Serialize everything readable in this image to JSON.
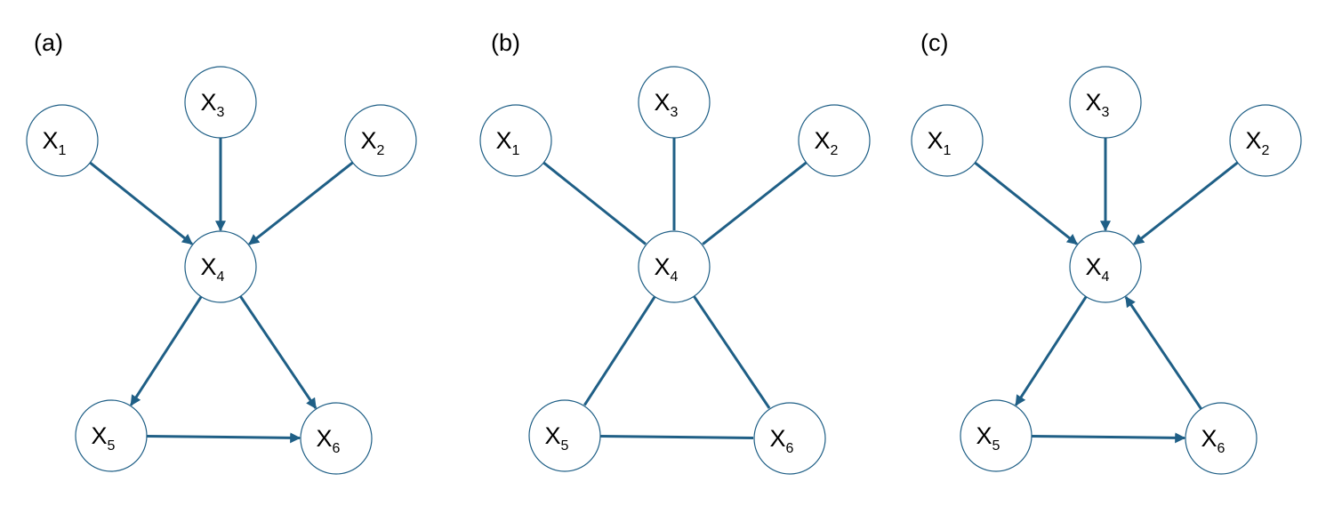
{
  "colors": {
    "edge": "#1f5f86",
    "node_border": "#1f5f86",
    "node_fill": "#ffffff",
    "text": "#000000"
  },
  "panels": [
    {
      "label": "(a)",
      "nodes": [
        {
          "id": "x1",
          "letter": "X",
          "sub": "1"
        },
        {
          "id": "x2",
          "letter": "X",
          "sub": "2"
        },
        {
          "id": "x3",
          "letter": "X",
          "sub": "3"
        },
        {
          "id": "x4",
          "letter": "X",
          "sub": "4"
        },
        {
          "id": "x5",
          "letter": "X",
          "sub": "5"
        },
        {
          "id": "x6",
          "letter": "X",
          "sub": "6"
        }
      ],
      "edges": [
        {
          "from": "x1",
          "to": "x4",
          "directed": true
        },
        {
          "from": "x3",
          "to": "x4",
          "directed": true
        },
        {
          "from": "x2",
          "to": "x4",
          "directed": true
        },
        {
          "from": "x4",
          "to": "x5",
          "directed": true
        },
        {
          "from": "x4",
          "to": "x6",
          "directed": true
        },
        {
          "from": "x5",
          "to": "x6",
          "directed": true
        }
      ]
    },
    {
      "label": "(b)",
      "nodes": [
        {
          "id": "x1",
          "letter": "X",
          "sub": "1"
        },
        {
          "id": "x2",
          "letter": "X",
          "sub": "2"
        },
        {
          "id": "x3",
          "letter": "X",
          "sub": "3"
        },
        {
          "id": "x4",
          "letter": "X",
          "sub": "4"
        },
        {
          "id": "x5",
          "letter": "X",
          "sub": "5"
        },
        {
          "id": "x6",
          "letter": "X",
          "sub": "6"
        }
      ],
      "edges": [
        {
          "from": "x1",
          "to": "x4",
          "directed": false
        },
        {
          "from": "x3",
          "to": "x4",
          "directed": false
        },
        {
          "from": "x2",
          "to": "x4",
          "directed": false
        },
        {
          "from": "x4",
          "to": "x5",
          "directed": false
        },
        {
          "from": "x4",
          "to": "x6",
          "directed": false
        },
        {
          "from": "x5",
          "to": "x6",
          "directed": false
        }
      ]
    },
    {
      "label": "(c)",
      "nodes": [
        {
          "id": "x1",
          "letter": "X",
          "sub": "1"
        },
        {
          "id": "x2",
          "letter": "X",
          "sub": "2"
        },
        {
          "id": "x3",
          "letter": "X",
          "sub": "3"
        },
        {
          "id": "x4",
          "letter": "X",
          "sub": "4"
        },
        {
          "id": "x5",
          "letter": "X",
          "sub": "5"
        },
        {
          "id": "x6",
          "letter": "X",
          "sub": "6"
        }
      ],
      "edges": [
        {
          "from": "x1",
          "to": "x4",
          "directed": true
        },
        {
          "from": "x3",
          "to": "x4",
          "directed": true
        },
        {
          "from": "x2",
          "to": "x4",
          "directed": true
        },
        {
          "from": "x4",
          "to": "x5",
          "directed": true
        },
        {
          "from": "x6",
          "to": "x4",
          "directed": true
        },
        {
          "from": "x5",
          "to": "x6",
          "directed": true
        }
      ]
    }
  ]
}
